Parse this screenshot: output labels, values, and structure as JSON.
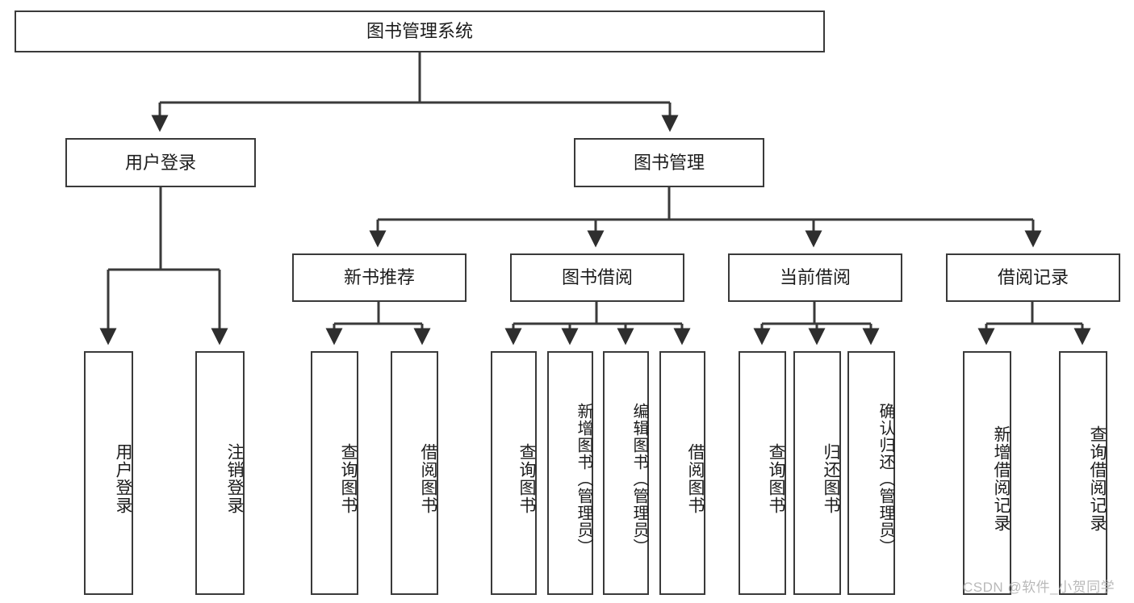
{
  "diagram": {
    "type": "tree-hierarchy-diagram",
    "title": "图书管理系统",
    "root": {
      "id": "root",
      "label": "图书管理系统"
    },
    "level2": [
      {
        "id": "user-login",
        "label": "用户登录"
      },
      {
        "id": "book-management",
        "label": "图书管理"
      }
    ],
    "level3": [
      {
        "id": "new-book-recommend",
        "label": "新书推荐",
        "parent": "book-management"
      },
      {
        "id": "book-borrow",
        "label": "图书借阅",
        "parent": "book-management"
      },
      {
        "id": "current-borrow",
        "label": "当前借阅",
        "parent": "book-management"
      },
      {
        "id": "borrow-record",
        "label": "借阅记录",
        "parent": "book-management"
      }
    ],
    "leaves": [
      {
        "id": "leaf-user-login",
        "label": "用户登录",
        "parent": "user-login"
      },
      {
        "id": "leaf-logout-login",
        "label": "注销登录",
        "parent": "user-login"
      },
      {
        "id": "leaf-query-book-1",
        "label": "查询图书",
        "parent": "new-book-recommend"
      },
      {
        "id": "leaf-borrow-book-1",
        "label": "借阅图书",
        "parent": "new-book-recommend"
      },
      {
        "id": "leaf-query-book-2",
        "label": "查询图书",
        "parent": "book-borrow"
      },
      {
        "id": "leaf-add-book",
        "label": "新增图书（管理员）",
        "parent": "book-borrow"
      },
      {
        "id": "leaf-edit-book",
        "label": "编辑图书（管理员）",
        "parent": "book-borrow"
      },
      {
        "id": "leaf-borrow-book-2",
        "label": "借阅图书",
        "parent": "book-borrow"
      },
      {
        "id": "leaf-query-book-3",
        "label": "查询图书",
        "parent": "current-borrow"
      },
      {
        "id": "leaf-return-book",
        "label": "归还图书",
        "parent": "current-borrow"
      },
      {
        "id": "leaf-confirm-return",
        "label": "确认归还（管理员）",
        "parent": "current-borrow"
      },
      {
        "id": "leaf-add-record",
        "label": "新增借阅记录",
        "parent": "borrow-record"
      },
      {
        "id": "leaf-query-record",
        "label": "查询借阅记录",
        "parent": "borrow-record"
      }
    ]
  },
  "watermark": {
    "text": "CSDN @软件_小贺同学"
  },
  "colors": {
    "stroke": "#3a3a3a",
    "background": "#ffffff",
    "text": "#1c1c1c",
    "watermark": "#b9b9b9"
  }
}
